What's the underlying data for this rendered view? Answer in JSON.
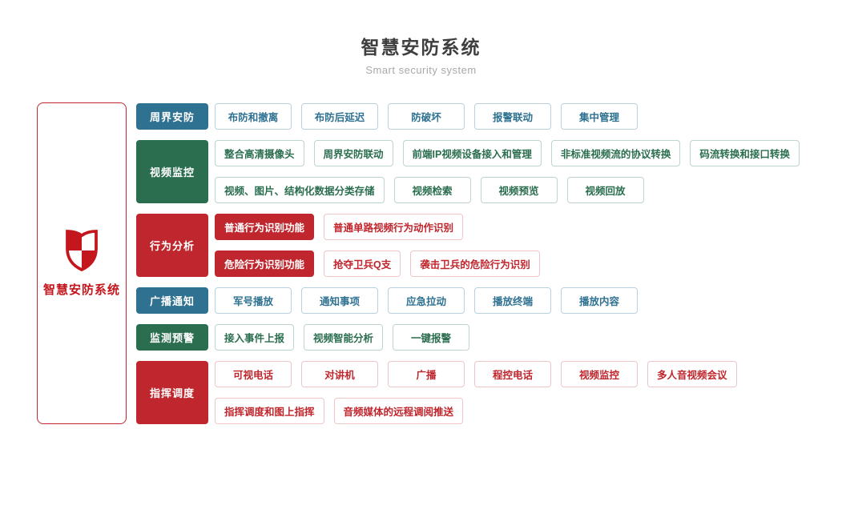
{
  "header": {
    "title": "智慧安防系统",
    "subtitle": "Smart security system"
  },
  "left_panel": {
    "icon": "shield-checkered-icon",
    "label": "智慧安防系统"
  },
  "colors": {
    "blue": "#2E7191",
    "green": "#2B6E4F",
    "red": "#C0262D",
    "shield_red": "#C4161D",
    "blue_border": "#B9D1DF",
    "green_border": "#BDD5CA",
    "red_border": "#EEC6C8",
    "title_text": "#3E3E3E",
    "subtitle_text": "#A8A8A8",
    "background": "#FFFFFF"
  },
  "rows": [
    {
      "category": "周界安防",
      "theme": "blue",
      "lines": [
        [
          {
            "label": "布防和撤离"
          },
          {
            "label": "布防后延迟"
          },
          {
            "label": "防破坏"
          },
          {
            "label": "报警联动"
          },
          {
            "label": "集中管理"
          }
        ]
      ]
    },
    {
      "category": "视频监控",
      "theme": "green",
      "lines": [
        [
          {
            "label": "整合高清摄像头"
          },
          {
            "label": "周界安防联动"
          },
          {
            "label": "前端IP视频设备接入和管理"
          },
          {
            "label": "非标准视频流的协议转换"
          },
          {
            "label": "码流转换和接口转换"
          }
        ],
        [
          {
            "label": "视频、图片、结构化数据分类存储"
          },
          {
            "label": "视频检索"
          },
          {
            "label": "视频预览"
          },
          {
            "label": "视频回放"
          }
        ]
      ]
    },
    {
      "category": "行为分析",
      "theme": "red",
      "lines": [
        [
          {
            "label": "普通行为识别功能",
            "variant": "solid"
          },
          {
            "label": "普通单路视频行为动作识别"
          }
        ],
        [
          {
            "label": "危险行为识别功能",
            "variant": "solid"
          },
          {
            "label": "抢夺卫兵Q支"
          },
          {
            "label": "袭击卫兵的危险行为识别"
          }
        ]
      ]
    },
    {
      "category": "广播通知",
      "theme": "blue",
      "lines": [
        [
          {
            "label": "军号播放"
          },
          {
            "label": "通知事项"
          },
          {
            "label": "应急拉动"
          },
          {
            "label": "播放终端"
          },
          {
            "label": "播放内容"
          }
        ]
      ]
    },
    {
      "category": "监测预警",
      "theme": "green",
      "lines": [
        [
          {
            "label": "接入事件上报"
          },
          {
            "label": "视频智能分析"
          },
          {
            "label": "一键报警"
          }
        ]
      ]
    },
    {
      "category": "指挥调度",
      "theme": "red",
      "lines": [
        [
          {
            "label": "可视电话"
          },
          {
            "label": "对讲机"
          },
          {
            "label": "广播"
          },
          {
            "label": "程控电话"
          },
          {
            "label": "视频监控"
          },
          {
            "label": "多人音视频会议"
          }
        ],
        [
          {
            "label": "指挥调度和图上指挥"
          },
          {
            "label": "音频媒体的远程调阅推送"
          }
        ]
      ]
    }
  ]
}
